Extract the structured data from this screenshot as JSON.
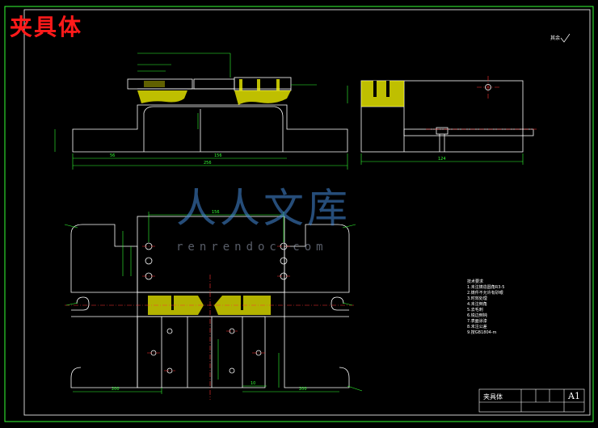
{
  "title": "夹具体",
  "watermark": {
    "text": "人人文库",
    "url": "renrendoc.com"
  },
  "roughness_note": "其余",
  "title_block": {
    "part_name": "夹具体",
    "sheet_size": "A1"
  },
  "tech_notes": [
    "技术要求",
    "1.未注铸造圆角R3-5",
    "2.铸件不允许有砂眼",
    "3.时效处理",
    "4.未注倒角",
    "5.去毛刺",
    "6.锐边倒钝",
    "7.表面涂漆",
    "8.未注公差",
    "9.按GB1804-m"
  ],
  "dimensions": {
    "top_view_overall": "256",
    "top_view_left": "56",
    "top_view_mid": "156",
    "side_view_width": "124",
    "plan_top": "156",
    "plan_bottom_left": "200",
    "plan_bottom_right": "200",
    "plan_bottom_mid": "10"
  },
  "colors": {
    "outline": "#ffffff",
    "dimension": "#33ff33",
    "center": "#ff3333",
    "hatch": "#ffff00",
    "frame": "#33ff33"
  }
}
